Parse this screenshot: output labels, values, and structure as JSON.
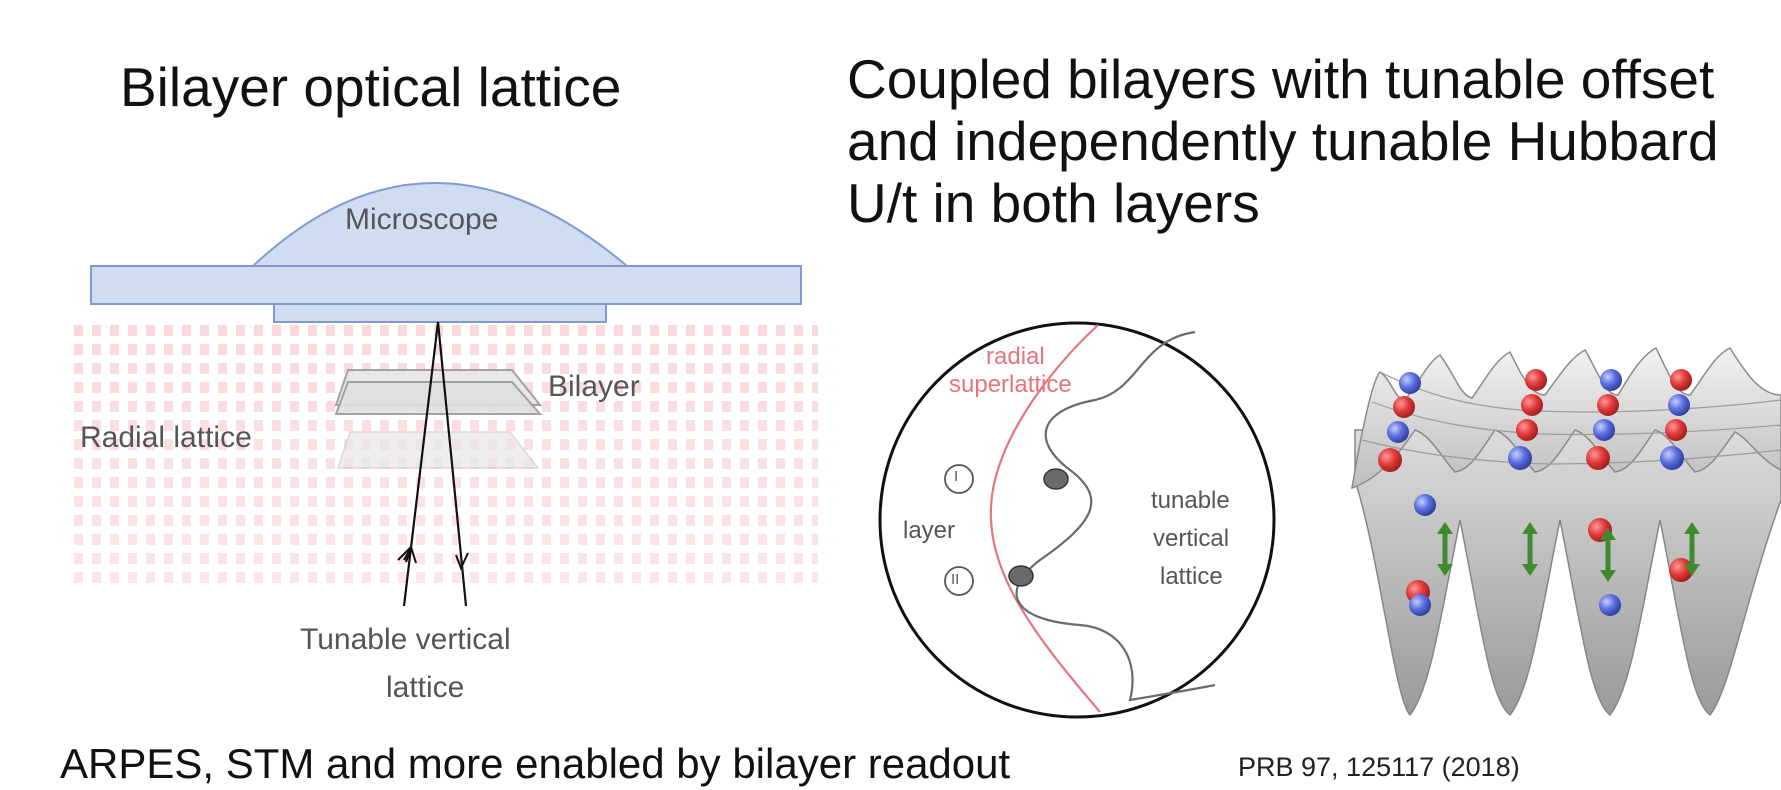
{
  "left_panel": {
    "title": "Bilayer optical lattice",
    "labels": {
      "microscope": "Microscope",
      "bilayer": "Bilayer",
      "radial_lattice": "Radial lattice",
      "vertical_lattice_line1": "Tunable vertical",
      "vertical_lattice_line2": "lattice"
    }
  },
  "right_panel": {
    "title_lines": [
      "Coupled bilayers with tunable offset",
      "and independently tunable Hubbard",
      "U/t in both layers"
    ],
    "circle_labels": {
      "radial_line1": "radial",
      "radial_line2": "superlattice",
      "marker_1": "I",
      "marker_2": "II",
      "layer": "layer",
      "tunable_line1": "tunable",
      "tunable_line2": "vertical",
      "tunable_line3": "lattice"
    }
  },
  "footer": {
    "caption": "ARPES, STM and more enabled by bilayer readout",
    "reference": "PRB 97, 125117 (2018)"
  },
  "colors": {
    "microscope_fill": "#cfdcf2",
    "microscope_stroke": "#7f9bd0",
    "radial_lattice": "#f4a3a8",
    "superlattice_curve": "#e7747c",
    "vertical_curve": "#6b6b6b",
    "atom_red": "#e23b3b",
    "atom_blue": "#5b6fe0",
    "arrow_green": "#3f8a2e"
  }
}
